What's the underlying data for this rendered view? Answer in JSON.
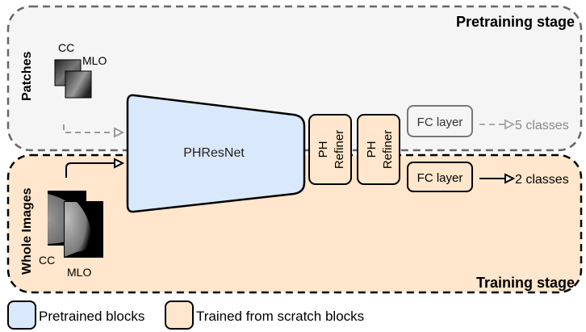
{
  "stages": {
    "pretraining": {
      "title": "Pretraining stage",
      "input_label": "Patches",
      "views": [
        "CC",
        "MLO"
      ],
      "head_label": "FC layer",
      "output_label": "5 classes"
    },
    "training": {
      "title": "Training stage",
      "input_label": "Whole Images",
      "views": [
        "CC",
        "MLO"
      ],
      "head_label": "FC layer",
      "output_label": "2 classes"
    }
  },
  "blocks": {
    "backbone": "PHResNet",
    "refiner1": [
      "PH",
      "Refiner"
    ],
    "refiner2": [
      "PH",
      "Refiner"
    ]
  },
  "legend": [
    {
      "label": "Pretrained blocks",
      "color": "#dae8fc"
    },
    {
      "label": "Trained from scratch blocks",
      "color": "#ffe6cc"
    }
  ],
  "colors": {
    "pretrain_bg": "#f5f5f5",
    "train_bg": "#ffe6cc",
    "pretrained_fill": "#dae8fc",
    "scratch_fill": "#ffe6cc",
    "dashed_gray": "#808080"
  }
}
